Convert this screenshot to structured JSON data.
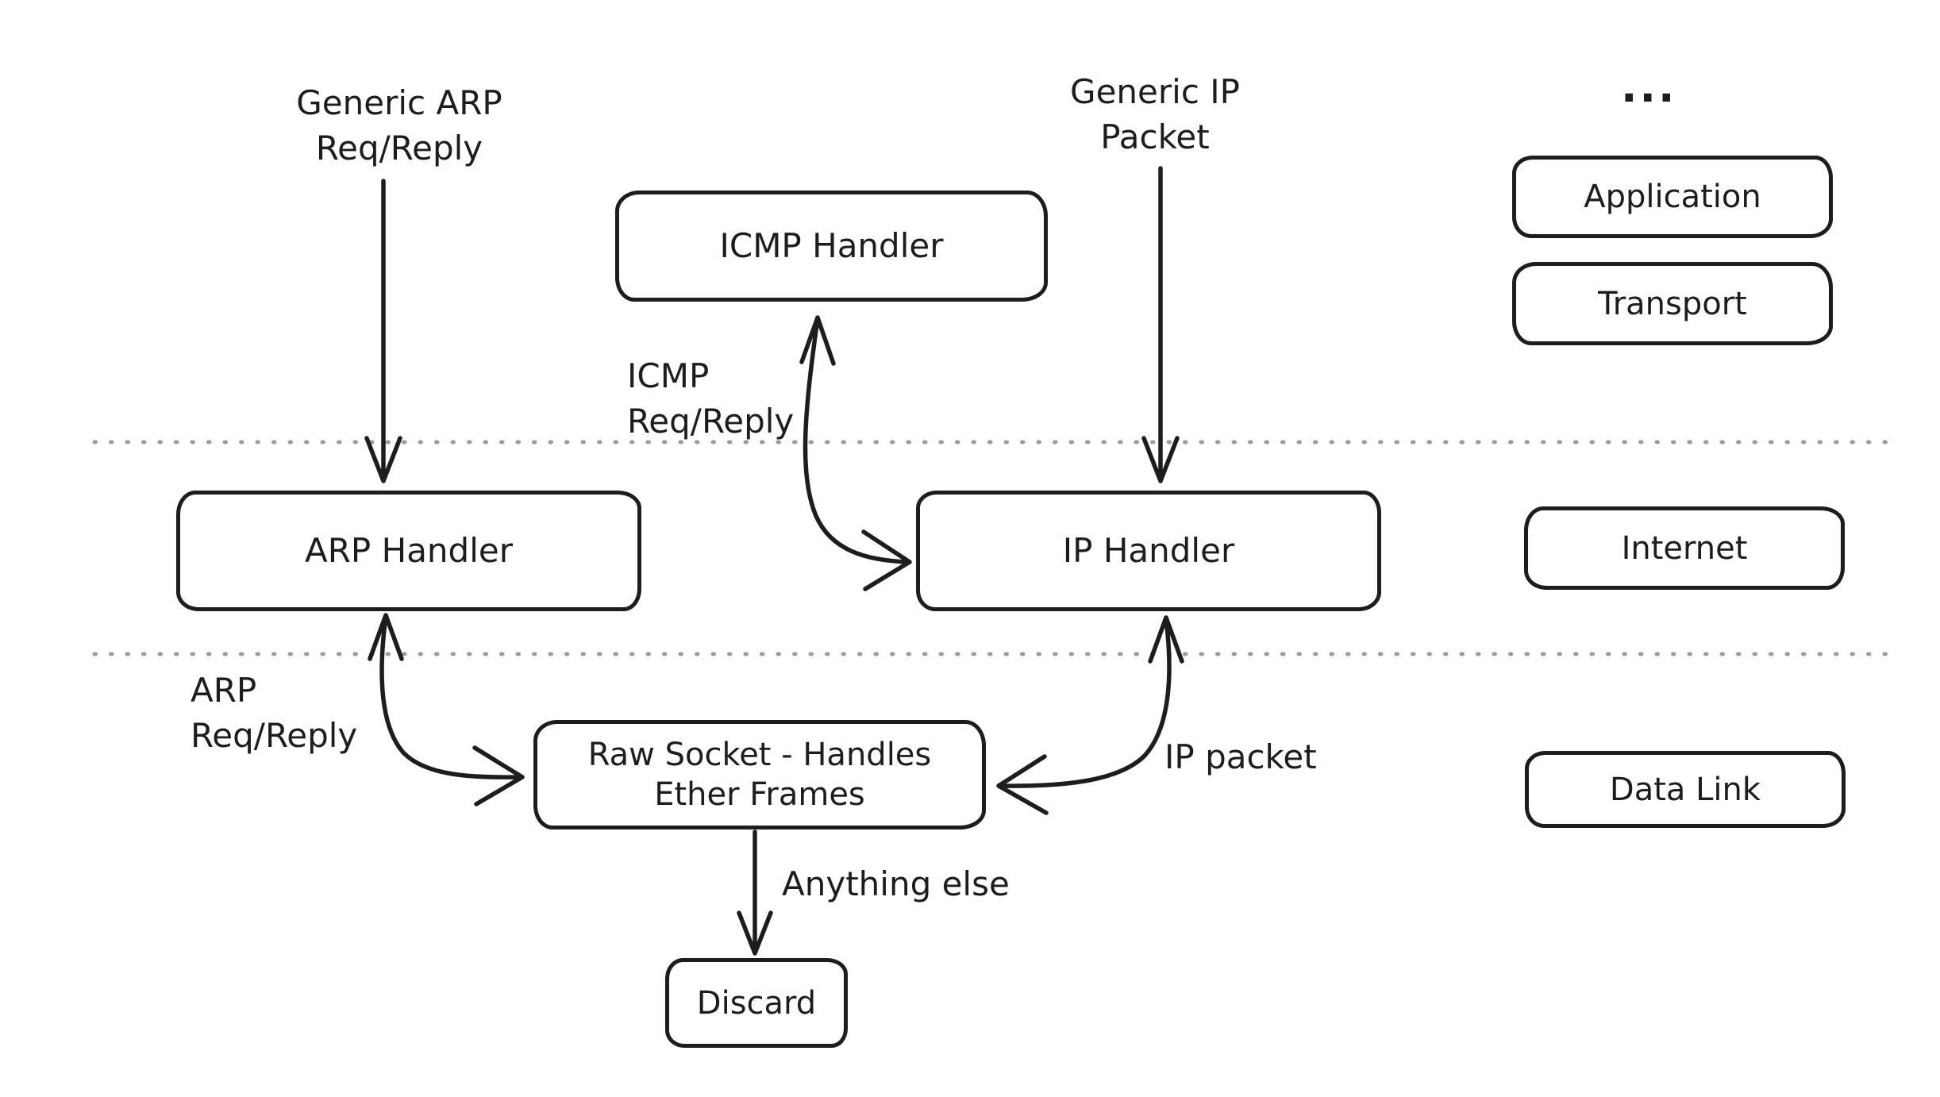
{
  "canvas": {
    "background": "#ffffff",
    "stroke_color": "#1d1d1d",
    "divider_color": "#9c9c9c"
  },
  "nodes": {
    "icmp_handler": {
      "label": "ICMP Handler"
    },
    "arp_handler": {
      "label": "ARP Handler"
    },
    "ip_handler": {
      "label": "IP Handler"
    },
    "raw_socket": {
      "line1": "Raw Socket - Handles",
      "line2": "Ether Frames"
    },
    "discard": {
      "label": "Discard"
    }
  },
  "layers": {
    "ellipsis": "...",
    "items": [
      {
        "label": "Application"
      },
      {
        "label": "Transport"
      },
      {
        "label": "Internet"
      },
      {
        "label": "Data Link"
      }
    ]
  },
  "edge_labels": {
    "generic_arp": {
      "line1": "Generic ARP",
      "line2": "Req/Reply"
    },
    "generic_ip": {
      "line1": "Generic IP",
      "line2": "Packet"
    },
    "icmp": {
      "line1": "ICMP",
      "line2": "Req/Reply"
    },
    "arp": {
      "line1": "ARP",
      "line2": "Req/Reply"
    },
    "ip_packet": {
      "label": "IP packet"
    },
    "anything_else": {
      "label": "Anything else"
    }
  }
}
